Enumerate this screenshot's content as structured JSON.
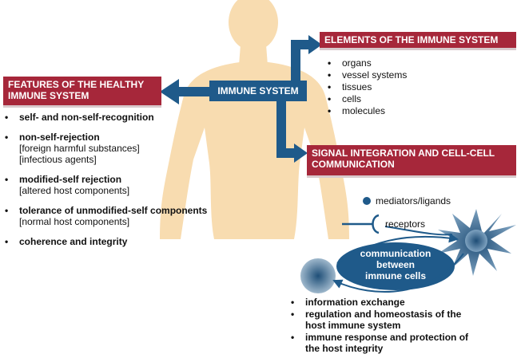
{
  "center": {
    "label": "IMMUNE SYSTEM"
  },
  "elements": {
    "title": "ELEMENTS OF THE IMMUNE SYSTEM",
    "items": [
      "organs",
      "vessel systems",
      "tissues",
      "cells",
      "molecules"
    ]
  },
  "features": {
    "title_line1": "FEATURES OF THE HEALTHY",
    "title_line2": "IMMUNE SYSTEM",
    "items": [
      {
        "main": "self- and non-self-recognition",
        "subs": []
      },
      {
        "main": "non-self-rejection",
        "subs": [
          "[foreign harmful substances]",
          "[infectious agents]"
        ]
      },
      {
        "main": "modified-self rejection",
        "subs": [
          "[altered host components]"
        ]
      },
      {
        "main": "tolerance of unmodified-self components",
        "subs": [
          "[normal host components]"
        ]
      },
      {
        "main": "coherence and integrity",
        "subs": []
      }
    ]
  },
  "signal": {
    "title_line1": "SIGNAL INTEGRATION AND CELL-CELL",
    "title_line2": "COMMUNICATION"
  },
  "legend": {
    "mediators": "mediators/ligands",
    "receptors": "receptors"
  },
  "communication": {
    "line1": "communication",
    "line2": "between",
    "line3": "immune cells"
  },
  "comm_bullets": [
    [
      "information exchange"
    ],
    [
      "regulation and homeostasis of the",
      "host immune system"
    ],
    [
      "immune response and protection of",
      "the host integrity"
    ]
  ],
  "colors": {
    "red": "#a6273a",
    "blue": "#1f5a8a",
    "body": "#f8dcb0"
  }
}
